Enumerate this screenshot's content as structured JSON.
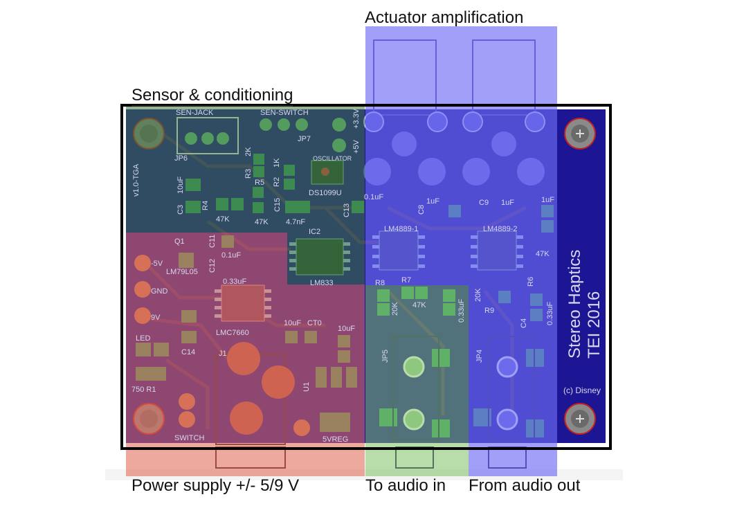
{
  "labels": {
    "actuator": "Actuator amplification",
    "sensor": "Sensor & conditioning",
    "power": "Power supply +/- 5/9 V",
    "audio_in": "To audio in",
    "audio_out": "From audio out"
  },
  "board": {
    "title_line1": "Stereo Haptics",
    "title_line2": "TEI 2016",
    "copyright": "(c) Disney",
    "version": "v1.0-TGA"
  },
  "silkscreen": {
    "sen_jack": "SEN-JACK",
    "sen_switch": "SEN-SWITCH",
    "jp6": "JP6",
    "jp7": "JP7",
    "plus_3v": "+3.3V",
    "plus_5v": "+5V",
    "oscillator": "OSCILLATOR",
    "ds1099u": "DS1099U",
    "r3": "R3",
    "r5": "R5",
    "r2": "R2",
    "r4": "R4",
    "c3": "C3",
    "c15": "C15",
    "c13": "C13",
    "v_10uf": "10uF",
    "v_2k": "2K",
    "v_1k": "1K",
    "v_47k": "47K",
    "v_47k_b": "47K",
    "v_47nf": "4.7nF",
    "ic2": "IC2",
    "lm833": "LM833",
    "v_01uf": "0.1uF",
    "lm4889_1": "LM4889-1",
    "lm4889_2": "LM4889-2",
    "c8": "C8",
    "c9": "C9",
    "v_1uf_a": "1uF",
    "v_1uf_b": "1uF",
    "v_1uf_c": "1uF",
    "r6": "R6",
    "r7": "R7",
    "r8": "R8",
    "r9": "R9",
    "v_20k": "20K",
    "v_20k_b": "20K",
    "v_47k_c": "47K",
    "v_47k_d": "47K",
    "v_033uf": "0.33uF",
    "v_033uf_b": "0.33uF",
    "c4": "C4",
    "jp5": "JP5",
    "jp4": "JP4",
    "q1": "Q1",
    "minus_5v": "-5V",
    "gnd": "GND",
    "plus_9v": "9V",
    "lm79l05": "LM79L05",
    "c11": "C11",
    "c12": "C12",
    "v_01uf_b": "0.1uF",
    "v_033uf_c": "0.33uF",
    "lmc7660": "LMC7660",
    "v_10uf_b": "10uF",
    "ct0": "CT0",
    "c14": "C14",
    "led": "LED",
    "r1": "750 R1",
    "j1": "J1",
    "u1": "U1",
    "switch": "SWITCH",
    "sv_reg": "5VREG",
    "v_10uf_c": "10uF"
  },
  "colors": {
    "pcb": "#1c1694",
    "actuator_overlay": "#6f6cf3",
    "sensor_overlay": "#4b7a3c",
    "power_overlay": "#e0705e",
    "audio_in_overlay": "#7fbf66",
    "outline": "#000000"
  }
}
